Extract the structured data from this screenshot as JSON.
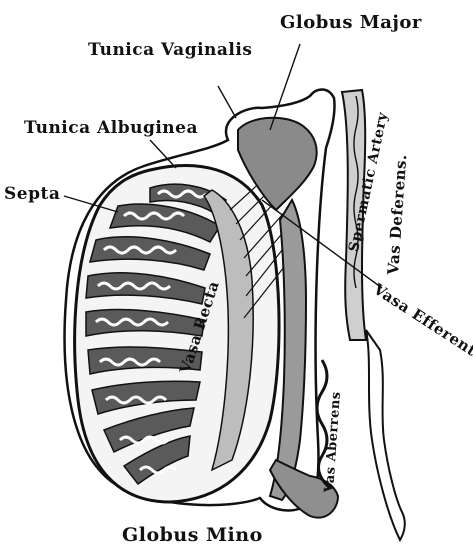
{
  "labels": {
    "globus_major": "Globus Major",
    "tunica_vaginalis": "Tunica Vaginalis",
    "tunica_albuginea": "Tunica Albuginea",
    "septa": "Septa",
    "spermatic_artery": "Spermatic Artery",
    "vas_deferens": "Vas Deferens.",
    "vasa_efferentia": "Vasa Efferentia",
    "vas_rectae": "Vasa Recta",
    "vas_aberrens": "Vas Aberrens",
    "globus_minor": "Globus Mino"
  }
}
